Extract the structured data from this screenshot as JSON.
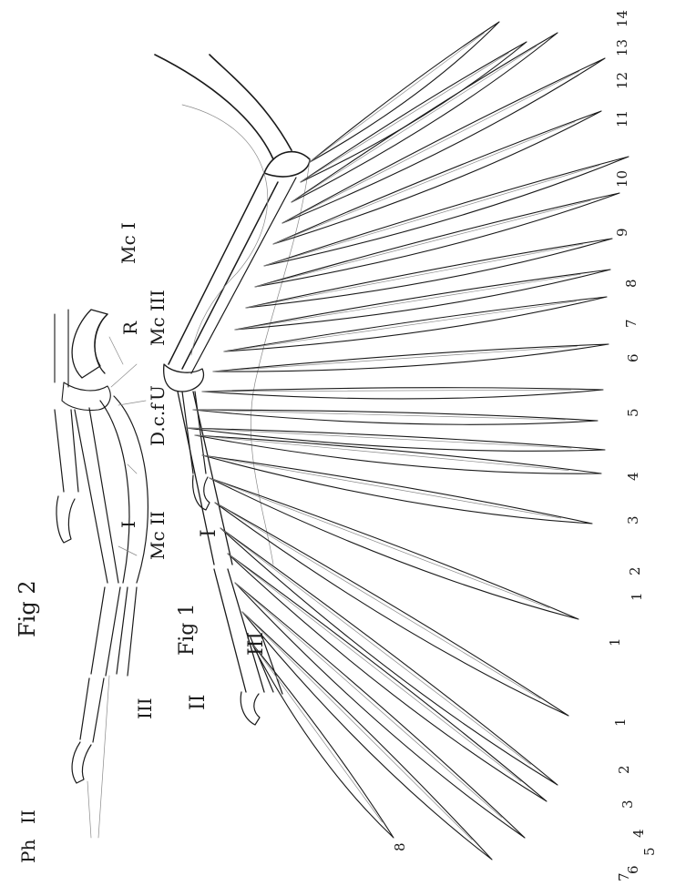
{
  "figure": {
    "fig1_label": "Fig 1",
    "fig2_label": "Fig 2",
    "fig2_labels": {
      "mc1": "Mc I",
      "r": "R",
      "u": "U",
      "mc2": "Mc II",
      "mc3": "Mc III",
      "dcf": "D.c.f",
      "digit1": "I",
      "digit2": "II",
      "digit3": "III",
      "ph": "Ph"
    },
    "fig1_digit_labels": [
      "I",
      "II",
      "III"
    ],
    "secondary_numbers": [
      "14",
      "13",
      "12",
      "11",
      "10",
      "9",
      "8",
      "7",
      "6",
      "5",
      "4",
      "3",
      "2",
      "1"
    ],
    "primary_numbers": [
      "1",
      "1",
      "2",
      "3",
      "4",
      "5",
      "6",
      "7",
      "8"
    ]
  }
}
